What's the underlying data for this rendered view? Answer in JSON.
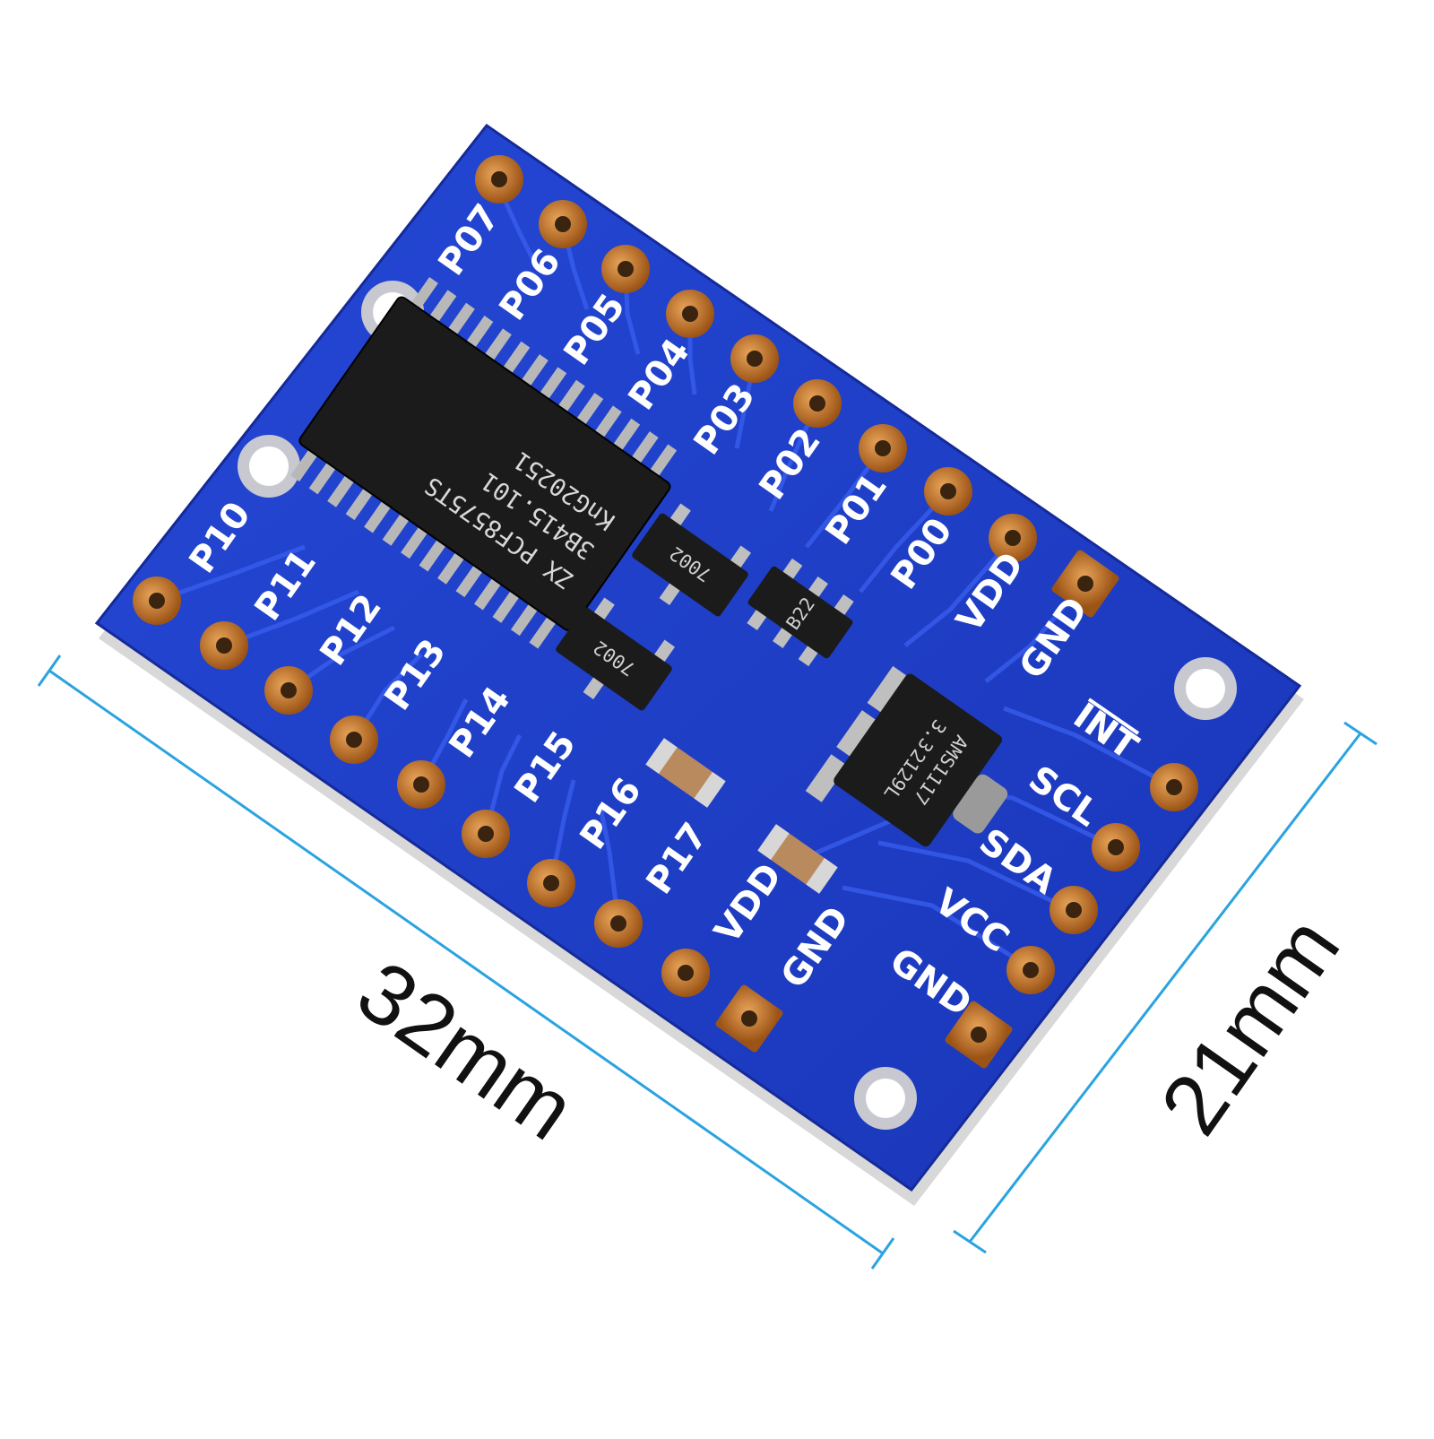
{
  "board": {
    "top_pins": [
      "P07",
      "P06",
      "P05",
      "P04",
      "P03",
      "P02",
      "P01",
      "P00",
      "VDD",
      "GND"
    ],
    "left_pins": [
      "P10",
      "P11",
      "P12",
      "P13",
      "P14",
      "P15",
      "P16",
      "P17",
      "VDD",
      "GND"
    ],
    "right_pins": [
      "INT",
      "SCL",
      "SDA",
      "VCC",
      "GND"
    ],
    "ic_main": [
      "ZX PCF8575TS",
      "3B415.101",
      "KnG20251"
    ],
    "transistor_label": "7002",
    "regulator_label": [
      "AMS1117",
      "3.3",
      "2129L"
    ],
    "sot_label": "B22",
    "colors": {
      "pcb": "#1f40cc",
      "pad": "#c8772a",
      "chip": "#1b1b1b",
      "dimension_line": "#2aa3e0"
    }
  },
  "dimensions": {
    "length": "32mm",
    "width": "21mm"
  }
}
